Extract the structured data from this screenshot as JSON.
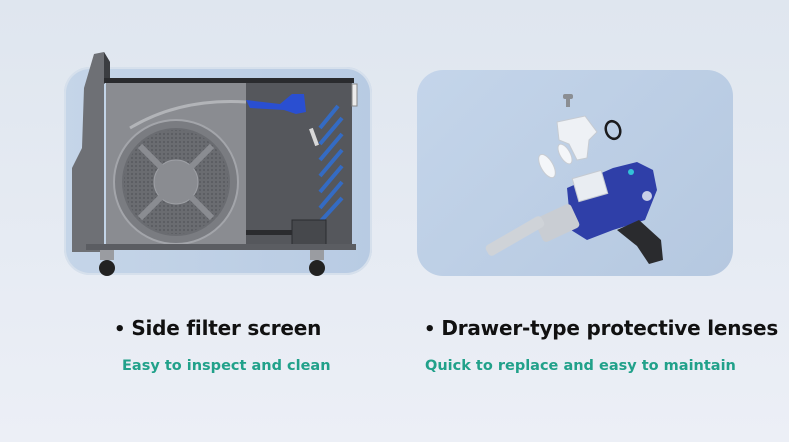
{
  "features": [
    {
      "title": "Side filter screen",
      "subtitle": "Easy to inspect and clean",
      "image": "laser-machine-side-view-with-fan-filter"
    },
    {
      "title": "Drawer-type protective lenses",
      "subtitle": "Quick to replace and easy to maintain",
      "image": "handheld-laser-gun-exploded-lens-view"
    }
  ],
  "bullet": "•",
  "colors": {
    "background": "#e3e9f1",
    "panel": "#bccde3",
    "title": "#111111",
    "subtitle": "#21a18a",
    "gun_blue": "#2f3fa8",
    "machine_gray": "#7d7f84",
    "machine_dark": "#4a4c51",
    "stripe_blue": "#2f6fd6"
  }
}
